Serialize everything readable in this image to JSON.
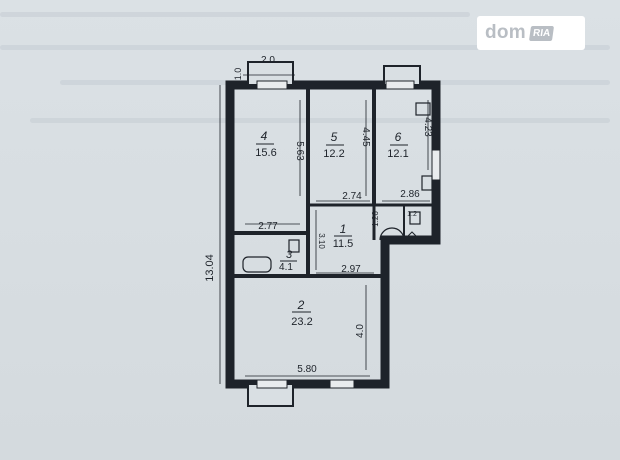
{
  "watermark": {
    "brand": "dom",
    "badge": "RIA"
  },
  "overall": {
    "height_label": "13.04"
  },
  "rooms": [
    {
      "number": "4",
      "area": "15.6"
    },
    {
      "number": "5",
      "area": "12.2"
    },
    {
      "number": "6",
      "area": "12.1"
    },
    {
      "number": "1",
      "area": "11.5"
    },
    {
      "number": "3",
      "area": "4.1"
    },
    {
      "number": "2",
      "area": "23.2"
    }
  ],
  "dimensions": {
    "balcony_top": "2.0",
    "wall_stub": "1.0",
    "room4_height": "5.63",
    "room5_height": "4.45",
    "room6_height": "4.23",
    "room5_width": "2.74",
    "room6_width": "2.86",
    "room4_width": "2.77",
    "hall_height": "3.10",
    "corridor": "1.26",
    "room2_top_width": "2.97",
    "room2_height": "4.0",
    "room2_width": "5.80",
    "wc_label": "1.2"
  }
}
